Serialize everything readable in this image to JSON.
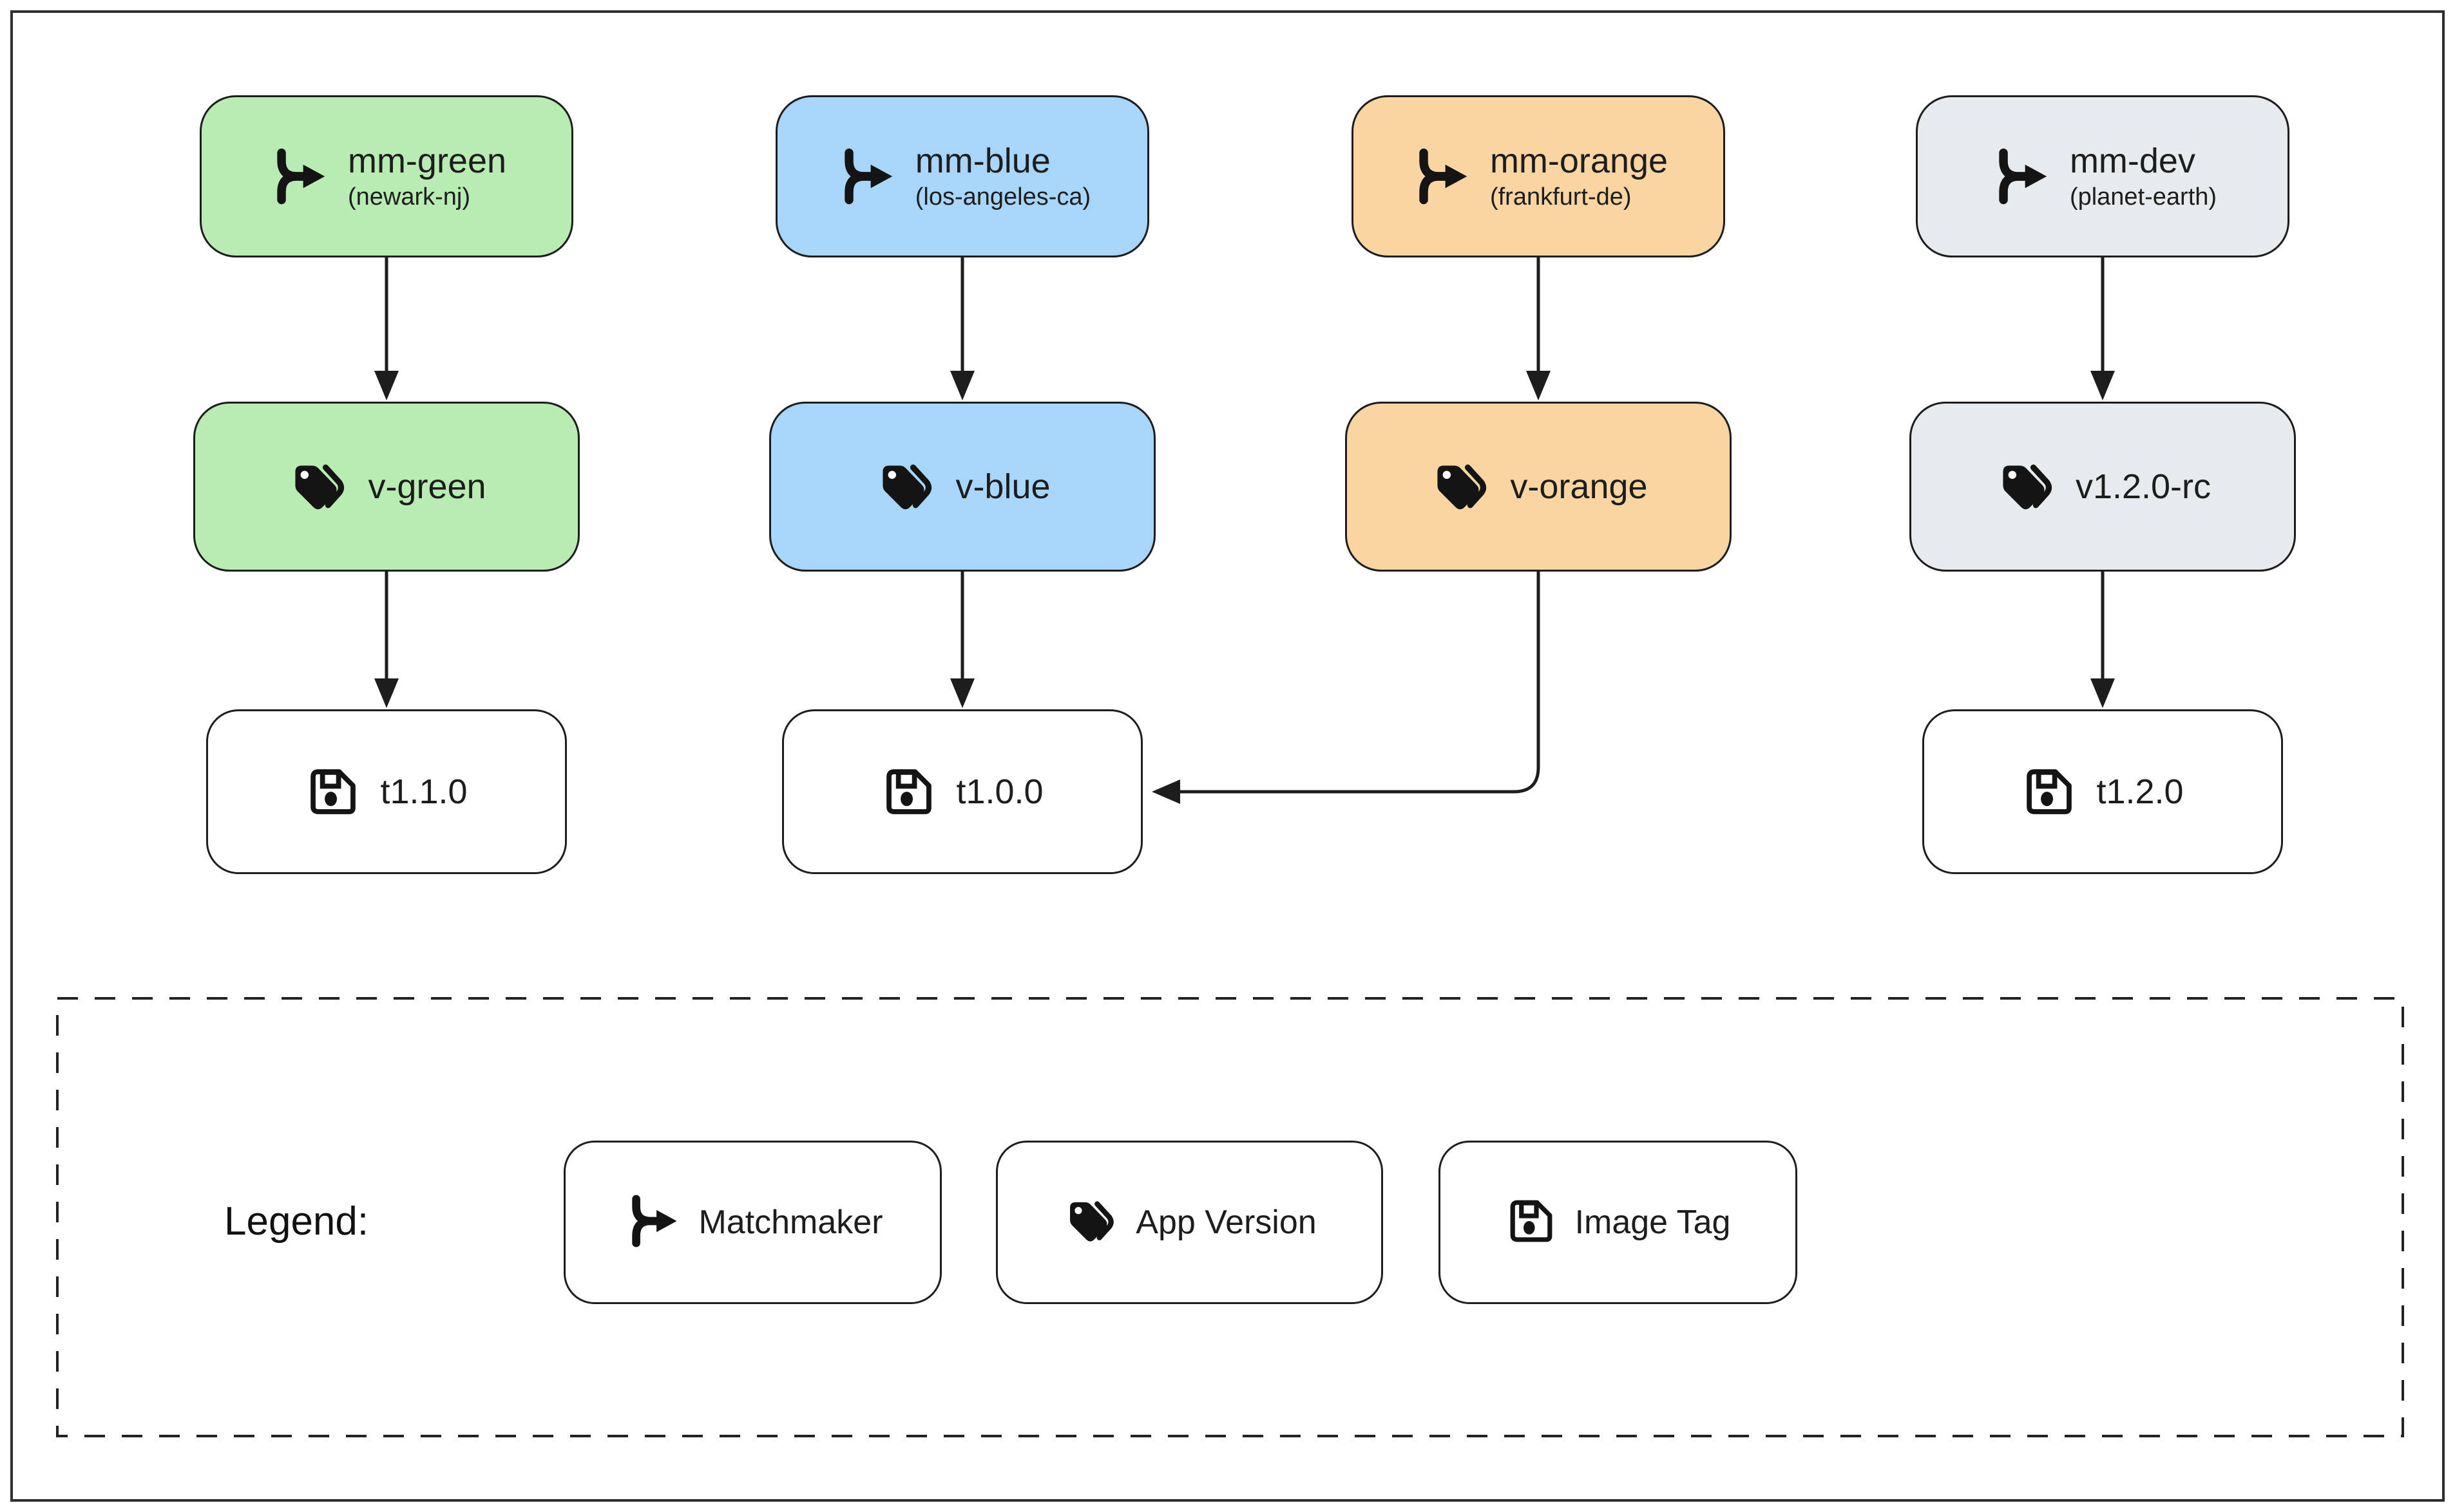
{
  "diagram": {
    "columns": [
      {
        "matchmaker": {
          "label": "mm-green",
          "sublabel": "(newark-nj)",
          "color": "#b8ecb2"
        },
        "version": {
          "label": "v-green",
          "color": "#b8ecb2"
        },
        "tag": {
          "label": "t1.1.0"
        }
      },
      {
        "matchmaker": {
          "label": "mm-blue",
          "sublabel": "(los-angeles-ca)",
          "color": "#a8d6fb"
        },
        "version": {
          "label": "v-blue",
          "color": "#a8d6fb"
        },
        "tag": {
          "label": "t1.0.0"
        }
      },
      {
        "matchmaker": {
          "label": "mm-orange",
          "sublabel": "(frankfurt-de)",
          "color": "#f9d5a1"
        },
        "version": {
          "label": "v-orange",
          "color": "#f9d5a1"
        }
      },
      {
        "matchmaker": {
          "label": "mm-dev",
          "sublabel": "(planet-earth)",
          "color": "#e8ebee"
        },
        "version": {
          "label": "v1.2.0-rc",
          "color": "#e8ebee"
        },
        "tag": {
          "label": "t1.2.0"
        }
      }
    ],
    "edges": [
      {
        "from": "mm-green",
        "to": "v-green"
      },
      {
        "from": "mm-blue",
        "to": "v-blue"
      },
      {
        "from": "mm-orange",
        "to": "v-orange"
      },
      {
        "from": "mm-dev",
        "to": "v1.2.0-rc"
      },
      {
        "from": "v-green",
        "to": "t1.1.0"
      },
      {
        "from": "v-blue",
        "to": "t1.0.0"
      },
      {
        "from": "v-orange",
        "to": "t1.0.0"
      },
      {
        "from": "v1.2.0-rc",
        "to": "t1.2.0"
      }
    ],
    "icons": {
      "matchmaker": "matchmaker-merge-icon",
      "version": "tags-icon",
      "tag": "floppy-disk-icon"
    },
    "stroke_color": "#1d1d1d"
  },
  "legend": {
    "title": "Legend:",
    "items": [
      {
        "icon": "matchmaker-merge-icon",
        "label": "Matchmaker"
      },
      {
        "icon": "tags-icon",
        "label": "App Version"
      },
      {
        "icon": "floppy-disk-icon",
        "label": "Image Tag"
      }
    ]
  }
}
